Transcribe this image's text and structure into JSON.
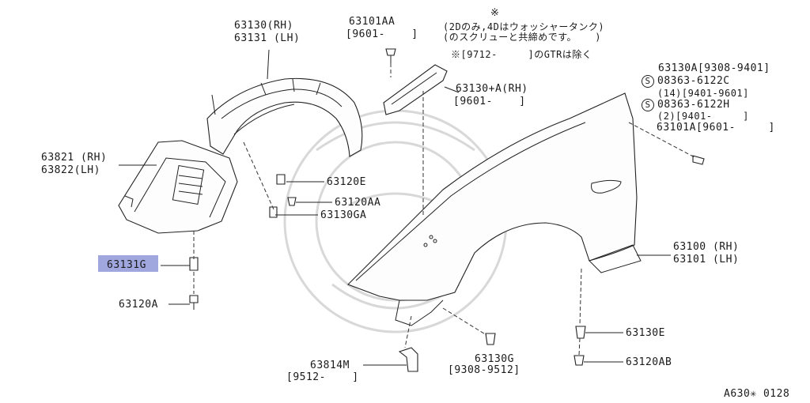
{
  "diagram_id": "A630✳ 0128",
  "highlight_color": "#8f96d8",
  "labels": {
    "p63130": "63130(RH)",
    "p63131": "63131 (LH)",
    "p63101AA": "63101AA",
    "p63101AA_date": "[9601-    ]",
    "note_line1": "(2Dのみ,4Dはウォッシャータンク)",
    "note_line2": "(のスクリューと共締めです。   )",
    "note_mark": "※",
    "note_gtr": "※[9712-     ]のGTRは除く",
    "p63130A": "63130A[9308-9401]",
    "screw1": "08363-6122C",
    "screw1_qty": "(14)[9401-9601]",
    "screw2": "08363-6122H",
    "screw2_qty": "(2)[9401-     ]",
    "p63101A": "63101A[9601-     ]",
    "screw_symbol": "S",
    "p63130plusA": "63130+A(RH)",
    "p63130plusA_date": "[9601-    ]",
    "p63821": "63821 (RH)",
    "p63822": "63822(LH)",
    "p63120E": "63120E",
    "p63120AA": "63120AA",
    "p63130GA": "63130GA",
    "p63131G": "63131G",
    "p63120A": "63120A",
    "p63100": "63100 (RH)",
    "p63101": "63101 (LH)",
    "p63130E": "63130E",
    "p63120AB": "63120AB",
    "p63130G": "63130G",
    "p63130G_date": "[9308-9512]",
    "p63814M": "63814M",
    "p63814M_date": "[9512-    ]"
  }
}
